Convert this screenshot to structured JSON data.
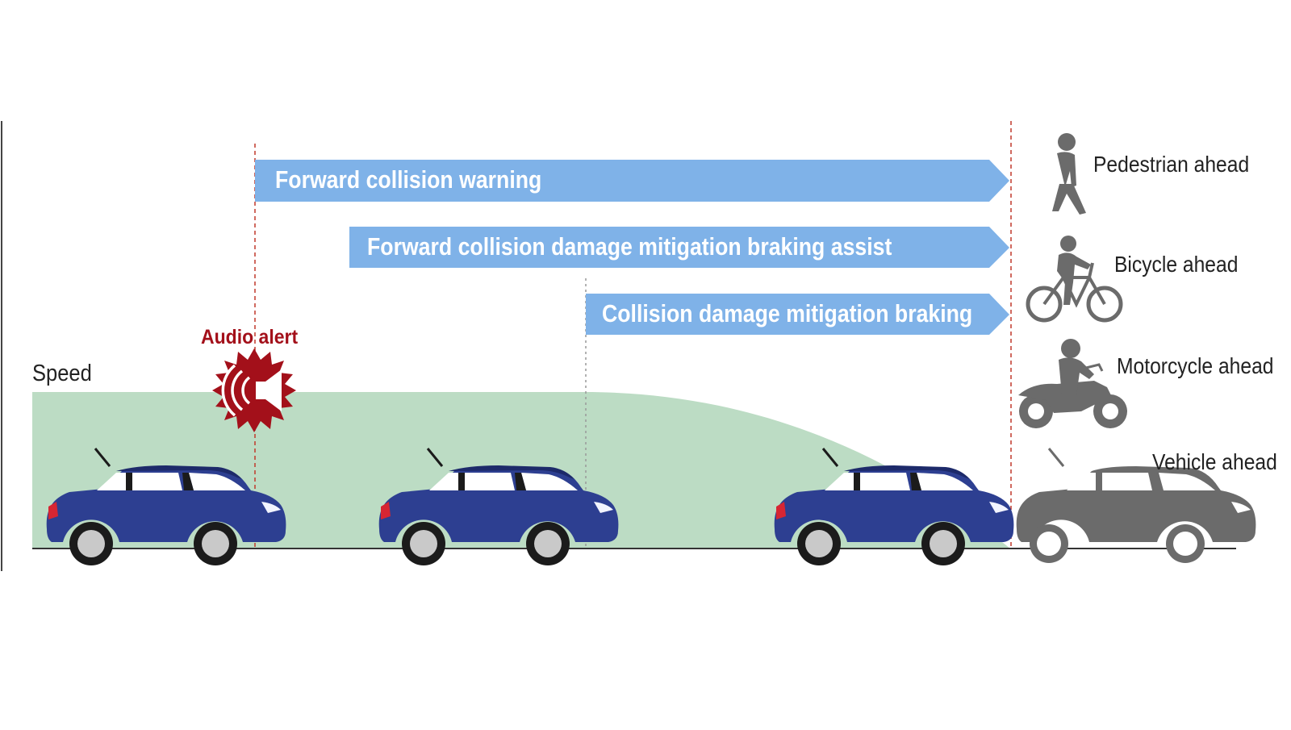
{
  "diagram": {
    "speed_label": "Speed",
    "audio_alert_label": "Audio alert",
    "bars": [
      {
        "label": "Forward collision warning"
      },
      {
        "label": "Forward collision damage mitigation braking assist"
      },
      {
        "label": "Collision damage mitigation braking"
      }
    ],
    "targets": [
      {
        "label": "Pedestrian ahead",
        "icon": "pedestrian-icon"
      },
      {
        "label": "Bicycle ahead",
        "icon": "bicycle-icon"
      },
      {
        "label": "Motorcycle ahead",
        "icon": "motorcycle-icon"
      },
      {
        "label": "Vehicle ahead",
        "icon": "vehicle-icon"
      }
    ]
  },
  "colors": {
    "bar_fill": "#7fb2e8",
    "speed_area": "#bcdcc4",
    "car_body": "#2d3f91",
    "target_gray": "#6b6b6b",
    "alert_red": "#a3101a",
    "guide_line": "#c0392b"
  }
}
